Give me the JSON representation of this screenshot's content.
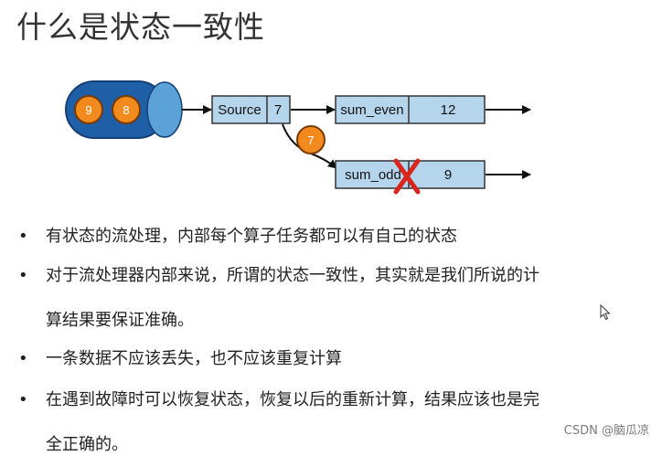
{
  "title": "什么是状态一致性",
  "diagram": {
    "queue_values": [
      "9",
      "8"
    ],
    "source_label": "Source",
    "source_value": "7",
    "in_flight_value": "7",
    "sum_even_label": "sum_even",
    "sum_even_value": "12",
    "sum_odd_label": "sum_odd",
    "sum_odd_value": "9",
    "colors": {
      "queue_blue": "#1f5fa8",
      "queue_dark": "#163f78",
      "queue_light": "#5aa2d8",
      "event_orange": "#f28a1e",
      "box_fill": "#b5d5ec",
      "failure_red": "#d9251c"
    },
    "failure_marker_icon": "x-icon"
  },
  "bullets": [
    {
      "lines": [
        "有状态的流处理，内部每个算子任务都可以有自己的状态"
      ]
    },
    {
      "lines": [
        "对于流处理器内部来说，所谓的状态一致性，其实就是我们所说的计",
        "算结果要保证准确。"
      ]
    },
    {
      "lines": [
        "一条数据不应该丢失，也不应该重复计算"
      ]
    },
    {
      "lines": [
        "在遇到故障时可以恢复状态，恢复以后的重新计算，结果应该也是完",
        "全正确的。"
      ]
    }
  ],
  "watermark": "CSDN @脑瓜凉"
}
